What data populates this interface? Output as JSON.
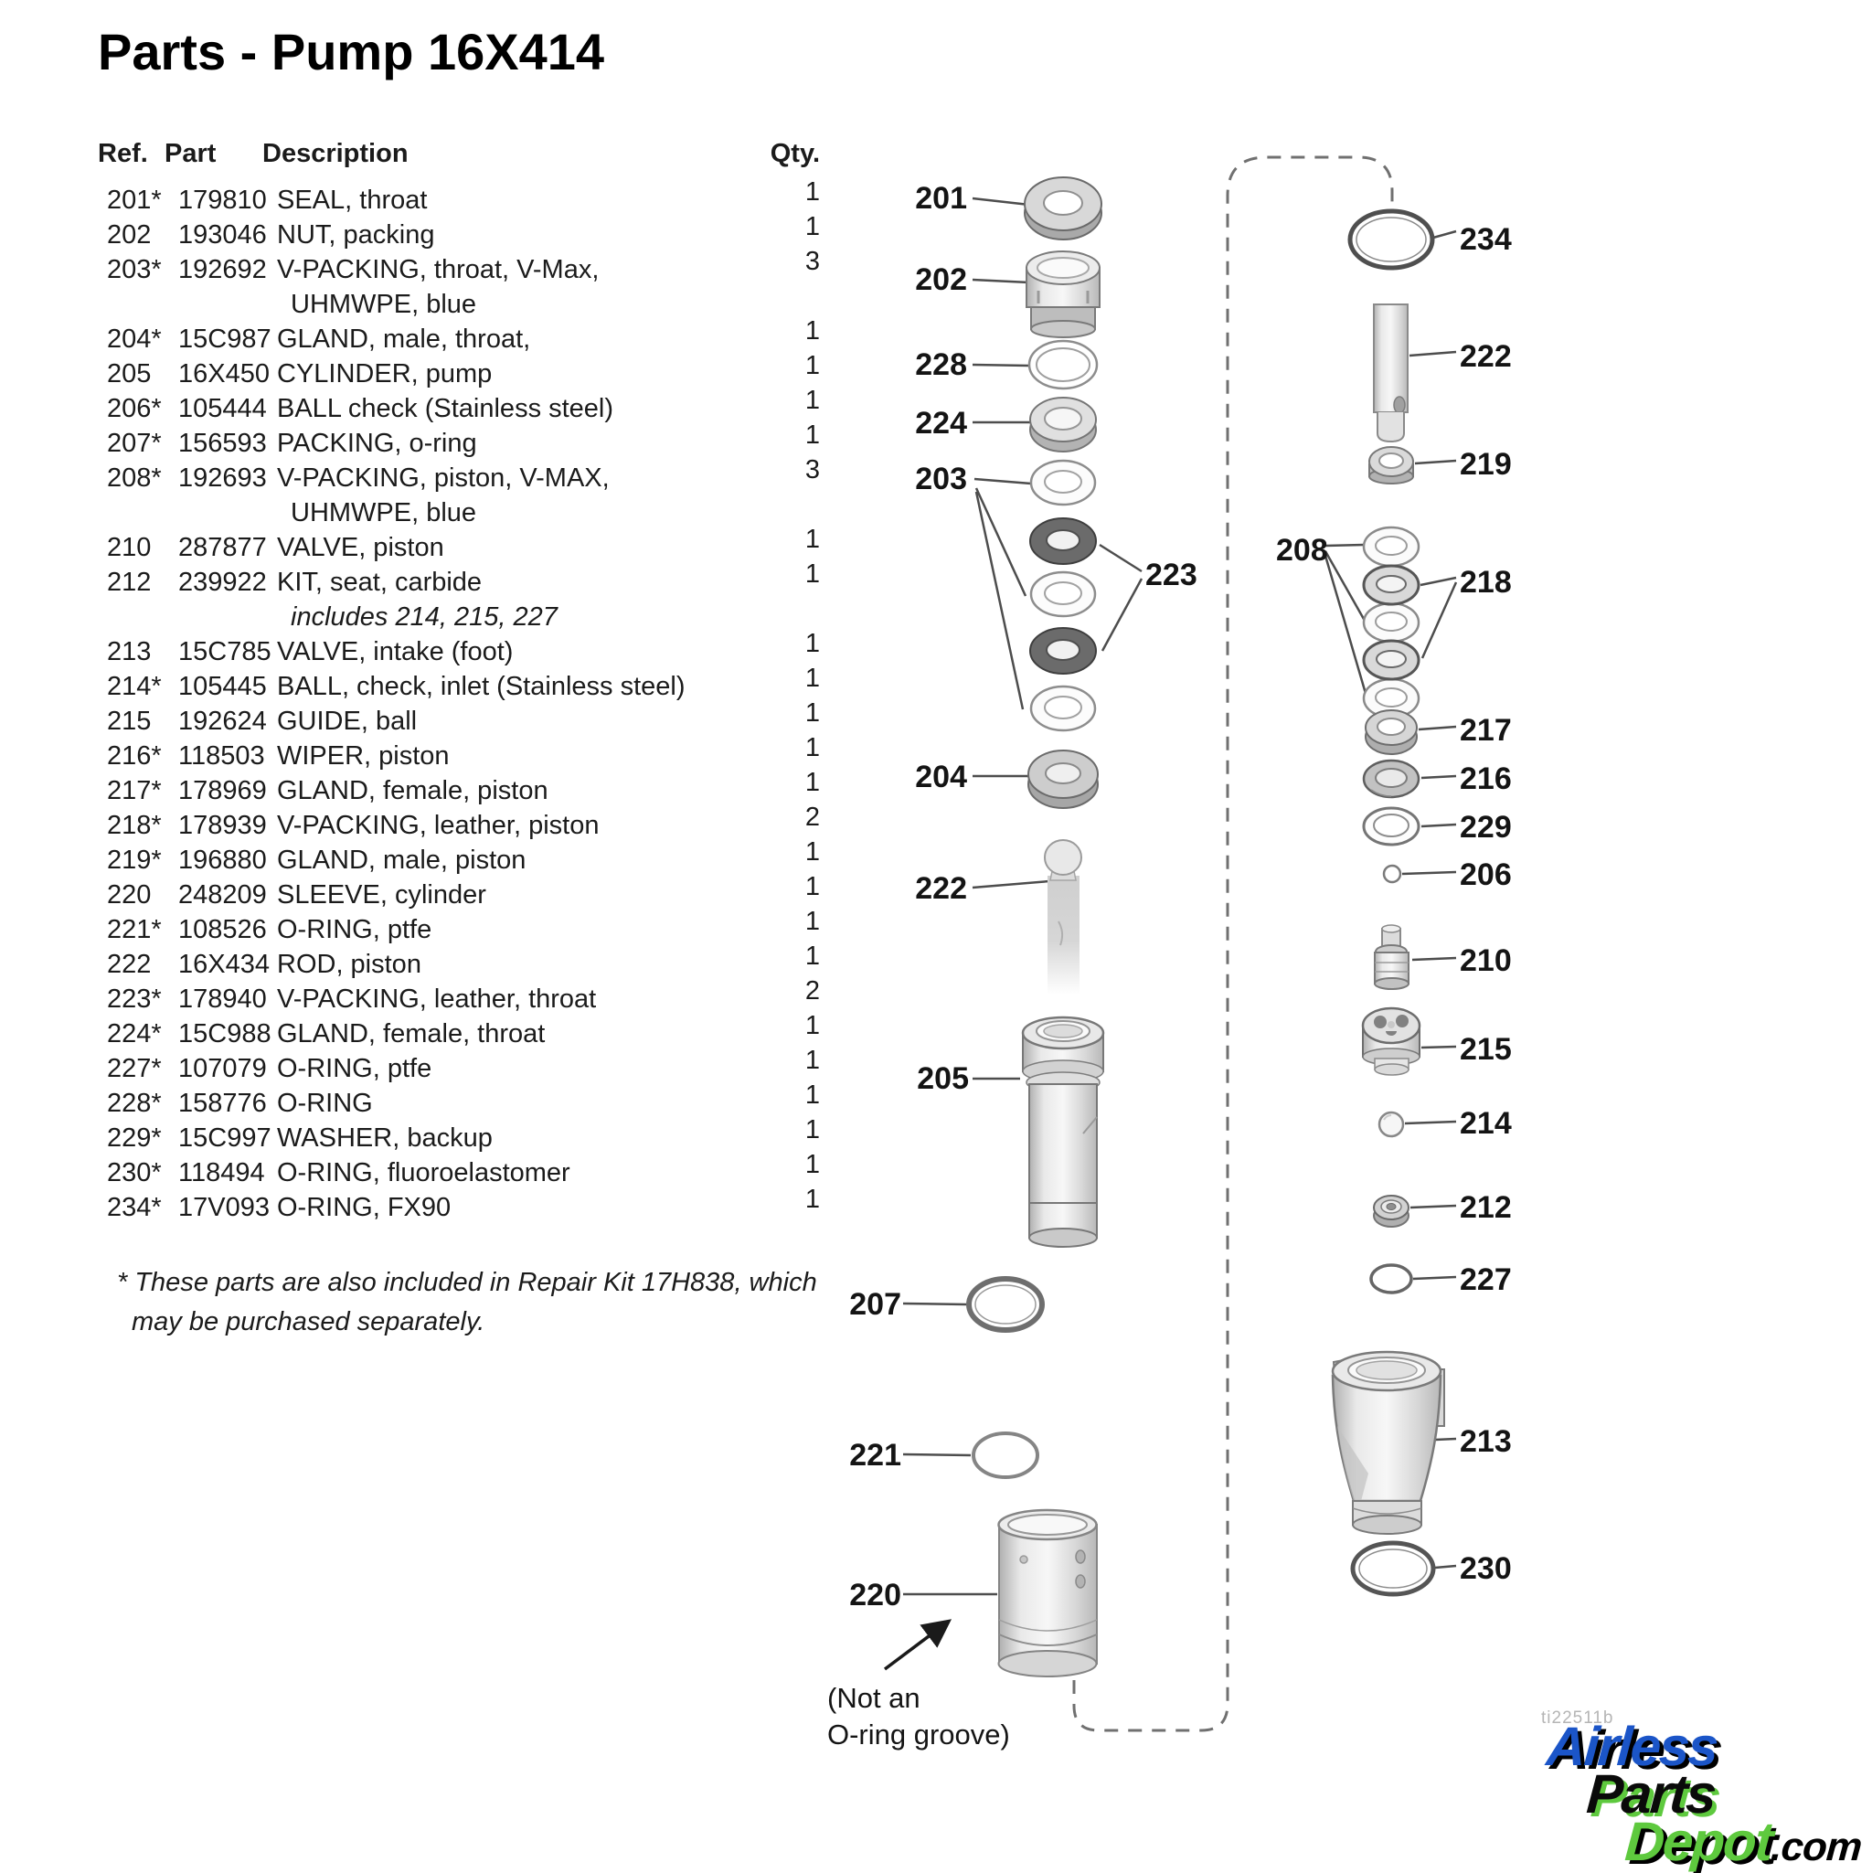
{
  "title": "Parts - Pump 16X414",
  "table": {
    "headers": {
      "ref": "Ref.",
      "part": "Part",
      "description": "Description",
      "qty": "Qty."
    },
    "rows": [
      {
        "ref": "201*",
        "part": "179810",
        "desc": "SEAL, throat",
        "qty": "1"
      },
      {
        "ref": "202",
        "part": "193046",
        "desc": "NUT, packing",
        "qty": "1"
      },
      {
        "ref": "203*",
        "part": "192692",
        "desc": "V-PACKING, throat, V-Max,",
        "desc2": "UHMWPE, blue",
        "qty": "3"
      },
      {
        "ref": "204*",
        "part": "15C987",
        "desc": "GLAND, male, throat,",
        "qty": "1"
      },
      {
        "ref": "205",
        "part": "16X450",
        "desc": "CYLINDER, pump",
        "qty": "1"
      },
      {
        "ref": "206*",
        "part": "105444",
        "desc": "BALL check (Stainless steel)",
        "qty": "1"
      },
      {
        "ref": "207*",
        "part": "156593",
        "desc": "PACKING, o-ring",
        "qty": "1"
      },
      {
        "ref": "208*",
        "part": "192693",
        "desc": "V-PACKING, piston, V-MAX,",
        "desc2": "UHMWPE, blue",
        "qty": "3"
      },
      {
        "ref": "210",
        "part": "287877",
        "desc": "VALVE, piston",
        "qty": "1"
      },
      {
        "ref": "212",
        "part": "239922",
        "desc": "KIT, seat, carbide",
        "desc2": "includes 214, 215, 227",
        "italic2": true,
        "qty": "1"
      },
      {
        "ref": "213",
        "part": "15C785",
        "desc": "VALVE, intake (foot)",
        "qty": "1"
      },
      {
        "ref": "214*",
        "part": "105445",
        "desc": "BALL, check, inlet (Stainless steel)",
        "qty": "1"
      },
      {
        "ref": "215",
        "part": "192624",
        "desc": "GUIDE, ball",
        "qty": "1"
      },
      {
        "ref": "216*",
        "part": "118503",
        "desc": "WIPER, piston",
        "qty": "1"
      },
      {
        "ref": "217*",
        "part": "178969",
        "desc": "GLAND, female, piston",
        "qty": "1"
      },
      {
        "ref": "218*",
        "part": "178939",
        "desc": "V-PACKING, leather, piston",
        "qty": "2"
      },
      {
        "ref": "219*",
        "part": "196880",
        "desc": "GLAND, male, piston",
        "qty": "1"
      },
      {
        "ref": "220",
        "part": "248209",
        "desc": "SLEEVE, cylinder",
        "qty": "1"
      },
      {
        "ref": "221*",
        "part": "108526",
        "desc": "O-RING, ptfe",
        "qty": "1"
      },
      {
        "ref": "222",
        "part": "16X434",
        "desc": "ROD, piston",
        "qty": "1"
      },
      {
        "ref": "223*",
        "part": "178940",
        "desc": "V-PACKING, leather, throat",
        "qty": "2"
      },
      {
        "ref": "224*",
        "part": "15C988",
        "desc": "GLAND, female, throat",
        "qty": "1"
      },
      {
        "ref": "227*",
        "part": "107079",
        "desc": "O-RING, ptfe",
        "qty": "1"
      },
      {
        "ref": "228*",
        "part": "158776",
        "desc": "O-RING",
        "qty": "1"
      },
      {
        "ref": "229*",
        "part": "15C997",
        "desc": "WASHER, backup",
        "qty": "1"
      },
      {
        "ref": "230*",
        "part": "118494",
        "desc": "O-RING, fluoroelastomer",
        "qty": "1"
      },
      {
        "ref": "234*",
        "part": "17V093",
        "desc": "O-RING, FX90",
        "qty": "1"
      }
    ],
    "footnote": {
      "line1": "* These parts are also included in Repair Kit 17H838, which",
      "line2": "may be purchased separately."
    }
  },
  "diagram": {
    "callouts": [
      {
        "label": "201"
      },
      {
        "label": "202"
      },
      {
        "label": "228"
      },
      {
        "label": "224"
      },
      {
        "label": "203"
      },
      {
        "label": "204"
      },
      {
        "label": "222"
      },
      {
        "label": "205"
      },
      {
        "label": "207"
      },
      {
        "label": "221"
      },
      {
        "label": "220"
      },
      {
        "label": "234"
      },
      {
        "label": "222"
      },
      {
        "label": "219"
      },
      {
        "label": "208"
      },
      {
        "label": "218"
      },
      {
        "label": "217"
      },
      {
        "label": "216"
      },
      {
        "label": "229"
      },
      {
        "label": "206"
      },
      {
        "label": "210"
      },
      {
        "label": "215"
      },
      {
        "label": "214"
      },
      {
        "label": "212"
      },
      {
        "label": "227"
      },
      {
        "label": "213"
      },
      {
        "label": "230"
      },
      {
        "label": "223"
      }
    ],
    "note": {
      "line1": "(Not an",
      "line2": "O-ring groove)"
    },
    "watermark": "ti22511b"
  },
  "logo": {
    "word1": "Airless",
    "word2": "Parts",
    "word3": "Depot",
    "suffix": ".com",
    "blue": "#1b55c8",
    "green": "#5ec93e",
    "black": "#000000"
  }
}
